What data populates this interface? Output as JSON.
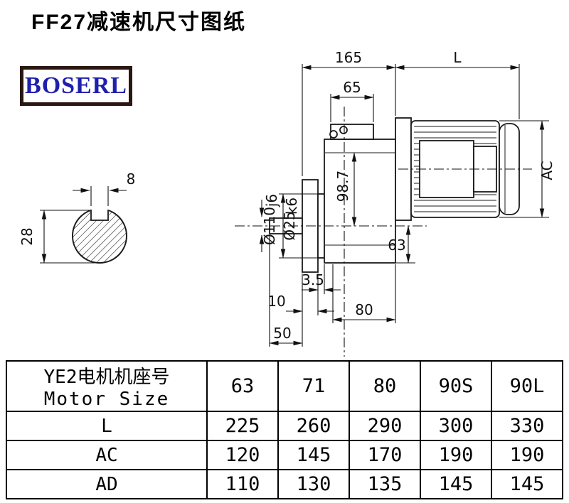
{
  "title": "FF27减速机尺寸图纸",
  "brand": "BOSERL",
  "drawing": {
    "dim_total_length": "165",
    "dim_motor_length": "L",
    "dim_input_top": "65",
    "dim_motor_height": "AC",
    "dim_center_height": "98.7",
    "dim_flange_dia": "Ø110",
    "dim_flange_tol": "j6",
    "dim_shaft_dia": "Ø25",
    "dim_shaft_tol": "k6",
    "dim_axis_to_base": "63",
    "dim_gap": "3.5",
    "dim_flange_thickness": "10",
    "dim_shaft_length": "50",
    "dim_foot_width": "80",
    "dim_key_width": "8",
    "dim_section_height": "28"
  },
  "table": {
    "header_label_cn": "YE2电机机座号",
    "header_label_en": "Motor Size",
    "columns": [
      "63",
      "71",
      "80",
      "90S",
      "90L"
    ],
    "rows": [
      {
        "label": "L",
        "values": [
          "225",
          "260",
          "290",
          "300",
          "330"
        ]
      },
      {
        "label": "AC",
        "values": [
          "120",
          "145",
          "170",
          "190",
          "190"
        ]
      },
      {
        "label": "AD",
        "values": [
          "110",
          "130",
          "135",
          "145",
          "145"
        ]
      }
    ]
  }
}
